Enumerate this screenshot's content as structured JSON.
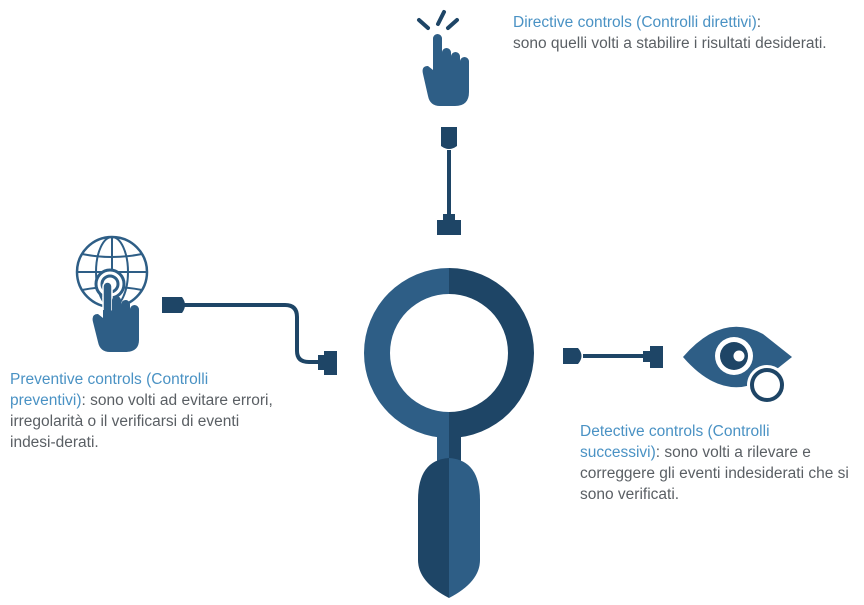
{
  "colors": {
    "dark": "#1e4566",
    "mid": "#2e5e86",
    "light": "#4a92c4",
    "text": "#5a5f64"
  },
  "icons": {
    "directive": "pointing-hand-icon",
    "preventive": "globe-touch-icon",
    "detective": "eye-magnifier-icon",
    "center": "magnifying-glass-icon"
  },
  "directive": {
    "title": "Directive controls (Controlli direttivi)",
    "body": "sono quelli volti a stabilire i risultati desiderati."
  },
  "preventive": {
    "title": "Preventive controls (Controlli preventivi)",
    "body": ": sono volti ad evitare errori, irregolarità o il verificarsi di eventi indesi-derati."
  },
  "detective": {
    "title": "Detective controls (Controlli successivi)",
    "body": ": sono volti a rilevare e correggere gli eventi indesiderati che si sono verificati."
  }
}
